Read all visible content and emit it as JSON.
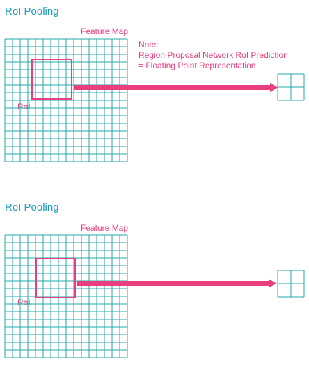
{
  "sections": [
    {
      "title": "RoI Pooling",
      "feature_map_label": "Feature Map",
      "roi_label": "RoI",
      "note_lines": [
        "Note:",
        "Region Proposal Network RoI Prediction",
        "= Floating Point Representation"
      ]
    },
    {
      "title": "RoI Pooling",
      "feature_map_label": "Feature Map",
      "roi_label": "RoI"
    }
  ],
  "colors": {
    "title": "#1a9bbd",
    "grid": "#24a8a8",
    "accent": "#e8407f"
  }
}
